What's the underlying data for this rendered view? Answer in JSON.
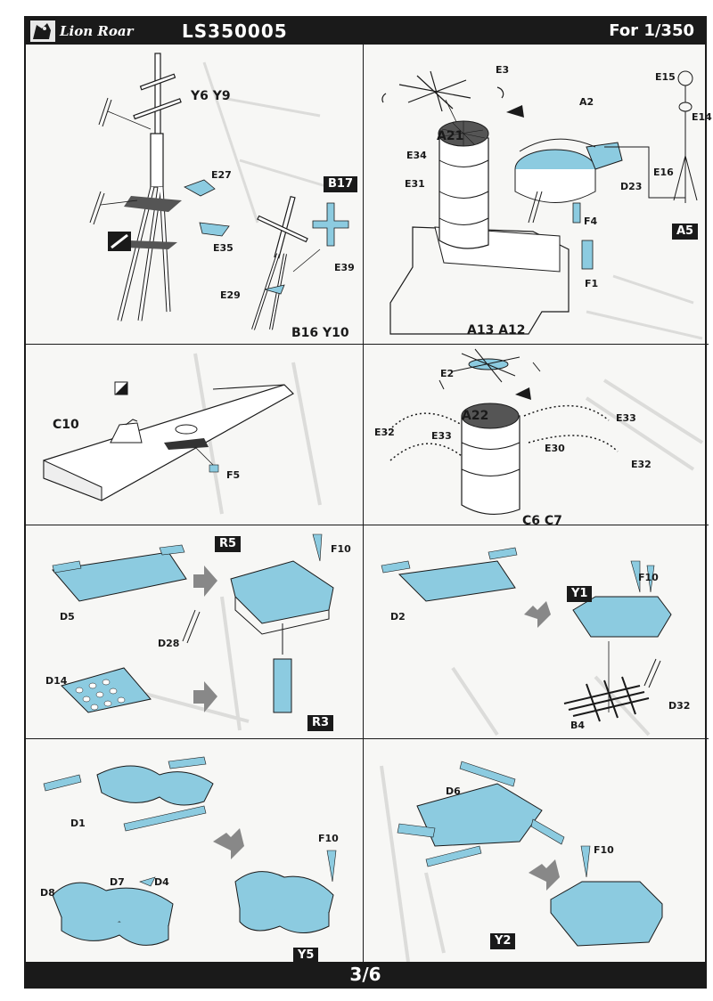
{
  "header": {
    "brand": "Lion Roar",
    "product_code": "LS350005",
    "scale": "For 1/350"
  },
  "footer": {
    "page": "3/6"
  },
  "panels": {
    "p1": {
      "labels": [
        "Y6 Y9",
        "E27",
        "E35",
        "B17",
        "E39",
        "E29",
        "B16 Y10"
      ]
    },
    "p2": {
      "labels": [
        "E3",
        "A2",
        "E15",
        "E14",
        "A21",
        "E34",
        "E31",
        "D23",
        "E16",
        "F4",
        "A5",
        "F1",
        "A13 A12"
      ]
    },
    "p3": {
      "labels": [
        "C10",
        "F5"
      ]
    },
    "p4": {
      "labels": [
        "E2",
        "A22",
        "E33",
        "E32",
        "E33",
        "E30",
        "E32",
        "C6 C7"
      ]
    },
    "p5": {
      "labels": [
        "R5",
        "F10",
        "D5",
        "D28",
        "D14",
        "R3"
      ]
    },
    "p6": {
      "labels": [
        "F10",
        "Y1",
        "D2",
        "D32",
        "B4"
      ]
    },
    "p7": {
      "labels": [
        "D1",
        "F10",
        "D8",
        "D7",
        "D4",
        "Y5"
      ]
    },
    "p8": {
      "labels": [
        "D6",
        "F10",
        "Y2"
      ]
    }
  },
  "colors": {
    "etch_blue": "#8ccbe0",
    "ink": "#1a1a1a",
    "paper": "#f7f7f5"
  }
}
